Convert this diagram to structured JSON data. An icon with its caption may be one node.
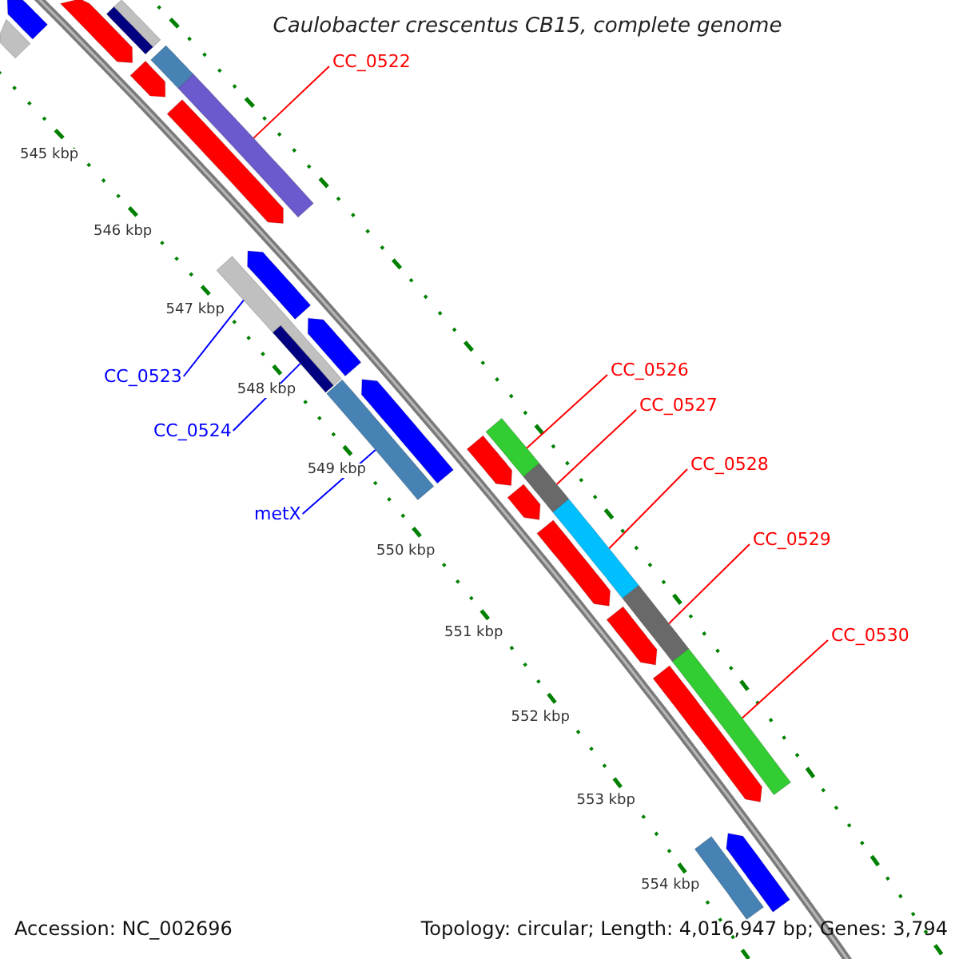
{
  "diagram": {
    "title": "Caulobacter crescentus CB15, complete genome",
    "nodes": [
      {
        "text": [
          "CC_0522"
        ]
      },
      {
        "text": [],
        "shape": "bar"
      },
      {
        "text": [
          "CC_0523"
        ]
      },
      {
        "text": [],
        "shape": "bar"
      },
      {
        "text": [
          "CC_0524"
        ]
      },
      {
        "text": [],
        "shape": "bar"
      },
      {
        "text": [
          "metX"
        ]
      },
      {
        "text": [],
        "shape": "bar"
      },
      {
        "text": [
          "CC_0526"
        ]
      },
      {
        "text": [],
        "shape": "bar"
      },
      {
        "text": [
          "CC_0527"
        ]
      },
      {
        "text": [],
        "shape": "bar"
      },
      {
        "text": [
          "CC_0528"
        ]
      },
      {
        "text": [],
        "shape": "bar"
      },
      {
        "text": [
          "CC_0529"
        ]
      },
      {
        "text": [],
        "shape": "bar"
      },
      {
        "text": [
          "CC_0530"
        ]
      },
      {
        "text": [],
        "shape": "bar"
      },
      {
        "text": [],
        "shape": "bar"
      },
      {
        "text": [],
        "shape": "bar"
      },
      {
        "text": [],
        "shape": "bar"
      },
      {
        "text": [],
        "shape": "bar"
      },
      {
        "text": [],
        "shape": "bar"
      },
      {
        "text": [],
        "shape": "bar"
      },
      {
        "text": [],
        "shape": "bar"
      },
      {
        "text": [],
        "shape": "bar"
      },
      {
        "text": [],
        "shape": "bar"
      },
      {
        "text": [],
        "shape": "bar"
      },
      {
        "text": [],
        "shape": "bar"
      },
      {
        "text": [],
        "shape": "bar"
      },
      {
        "text": [],
        "shape": "bar"
      },
      {
        "text": [],
        "shape": "bar"
      },
      {
        "text": [],
        "shape": "bar"
      },
      {
        "text": [],
        "shape": "bar"
      },
      {
        "text": [],
        "shape": "bar"
      },
      {
        "text": [],
        "shape": "bar"
      }
    ],
    "edges": [
      {
        "from": 0,
        "to": 1,
        "arrow": "none"
      },
      {
        "from": 2,
        "to": 3,
        "arrow": "none",
        "color": "#0000ff"
      },
      {
        "from": 4,
        "to": 5,
        "arrow": "none",
        "color": "#0000ff"
      },
      {
        "from": 6,
        "to": 7,
        "arrow": "none",
        "color": "#0000ff"
      },
      {
        "from": 8,
        "to": 9,
        "arrow": "none"
      },
      {
        "from": 10,
        "to": 11,
        "arrow": "none"
      },
      {
        "from": 12,
        "to": 13,
        "arrow": "none"
      },
      {
        "from": 14,
        "to": 15,
        "arrow": "none"
      },
      {
        "from": 16,
        "to": 17,
        "arrow": "none"
      }
    ],
    "labels": [
      "545 kbp",
      "546 kbp",
      "547 kbp",
      "548 kbp",
      "549 kbp",
      "550 kbp",
      "551 kbp",
      "552 kbp",
      "553 kbp",
      "554 kbp",
      "Accession: NC_002696",
      "Topology: circular; Length: 4,016,947 bp; Genes: 3,794"
    ]
  }
}
